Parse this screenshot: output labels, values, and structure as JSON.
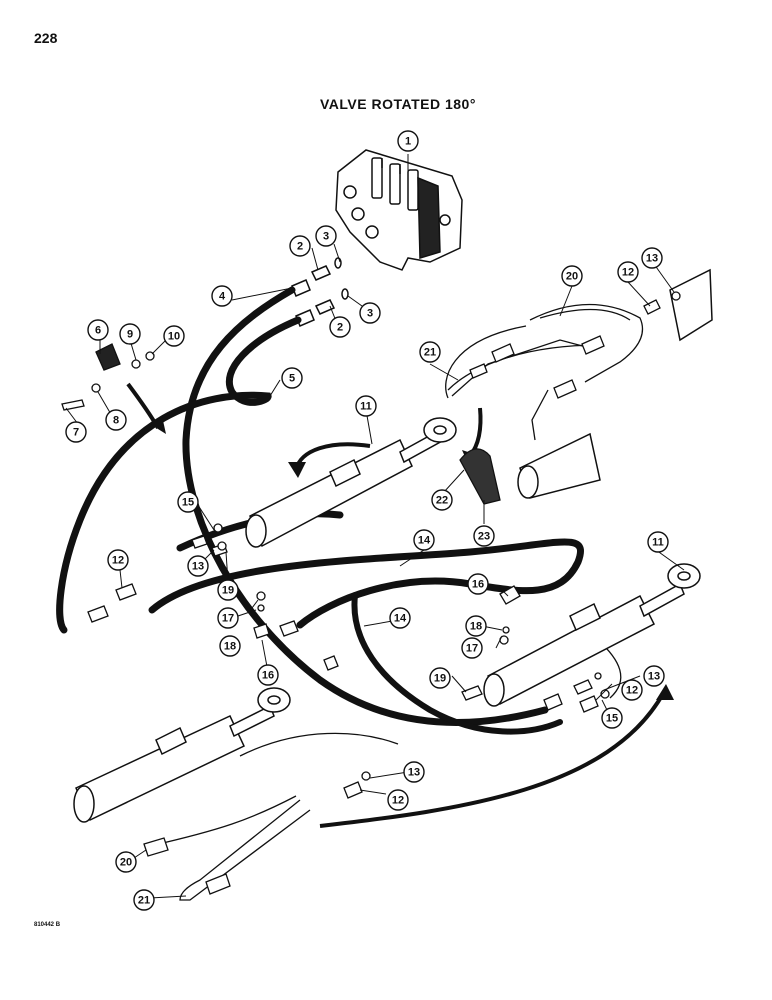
{
  "page_number": "228",
  "title": "VALVE ROTATED 180°",
  "figure_code": "810442 B",
  "callouts": [
    {
      "id": "c1",
      "label": "1"
    },
    {
      "id": "c2a",
      "label": "2"
    },
    {
      "id": "c2b",
      "label": "2"
    },
    {
      "id": "c3a",
      "label": "3"
    },
    {
      "id": "c3b",
      "label": "3"
    },
    {
      "id": "c4",
      "label": "4"
    },
    {
      "id": "c5",
      "label": "5"
    },
    {
      "id": "c6",
      "label": "6"
    },
    {
      "id": "c7",
      "label": "7"
    },
    {
      "id": "c8",
      "label": "8"
    },
    {
      "id": "c9",
      "label": "9"
    },
    {
      "id": "c10",
      "label": "10"
    },
    {
      "id": "c11a",
      "label": "11"
    },
    {
      "id": "c11b",
      "label": "11"
    },
    {
      "id": "c12a",
      "label": "12"
    },
    {
      "id": "c12b",
      "label": "12"
    },
    {
      "id": "c12c",
      "label": "12"
    },
    {
      "id": "c12d",
      "label": "12"
    },
    {
      "id": "c13a",
      "label": "13"
    },
    {
      "id": "c13b",
      "label": "13"
    },
    {
      "id": "c13c",
      "label": "13"
    },
    {
      "id": "c13d",
      "label": "13"
    },
    {
      "id": "c14a",
      "label": "14"
    },
    {
      "id": "c14b",
      "label": "14"
    },
    {
      "id": "c15a",
      "label": "15"
    },
    {
      "id": "c15b",
      "label": "15"
    },
    {
      "id": "c16a",
      "label": "16"
    },
    {
      "id": "c16b",
      "label": "16"
    },
    {
      "id": "c17a",
      "label": "17"
    },
    {
      "id": "c17b",
      "label": "17"
    },
    {
      "id": "c18a",
      "label": "18"
    },
    {
      "id": "c18b",
      "label": "18"
    },
    {
      "id": "c19a",
      "label": "19"
    },
    {
      "id": "c19b",
      "label": "19"
    },
    {
      "id": "c20a",
      "label": "20"
    },
    {
      "id": "c20b",
      "label": "20"
    },
    {
      "id": "c21a",
      "label": "21"
    },
    {
      "id": "c21b",
      "label": "21"
    },
    {
      "id": "c22",
      "label": "22"
    },
    {
      "id": "c23",
      "label": "23"
    }
  ]
}
